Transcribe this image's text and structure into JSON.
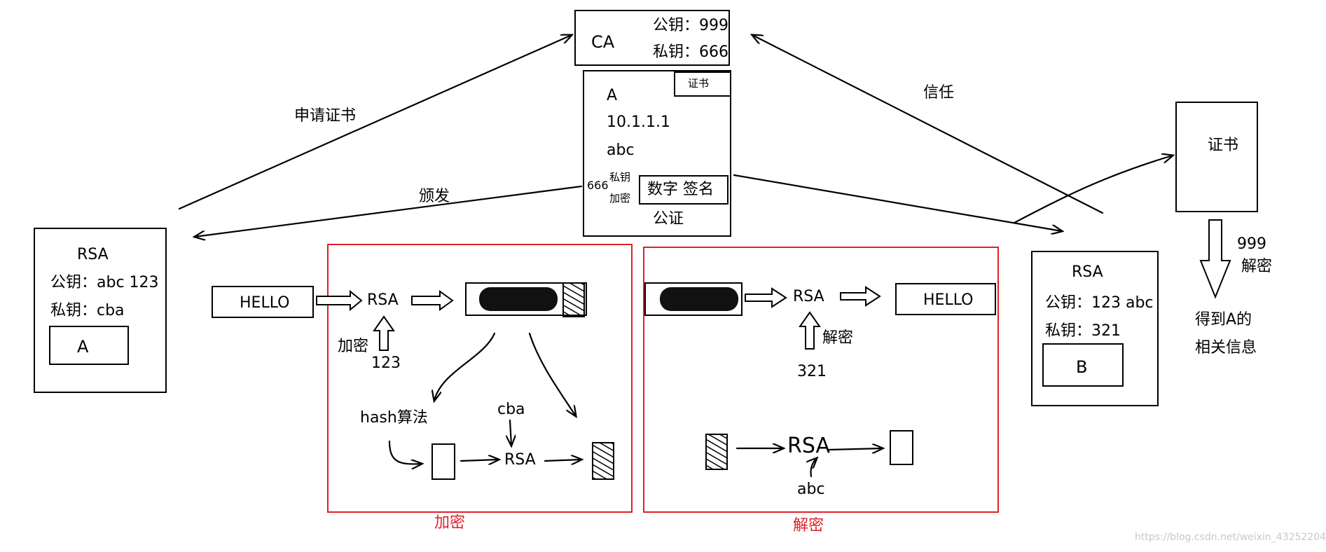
{
  "ca": {
    "name": "CA",
    "public_key": "公钥：999",
    "private_key": "私钥：666"
  },
  "certificate": {
    "tag": "证书",
    "owner": "A",
    "ip": "10.1.1.1",
    "public_key": "abc",
    "sign_key": "666",
    "sign_key_label": "私钥",
    "sign_op": "加密",
    "signature": "数字 签名",
    "caption": "公证"
  },
  "arrows": {
    "apply": "申请证书",
    "issue": "颁发",
    "trust": "信任"
  },
  "party_a": {
    "algo": "RSA",
    "public_key": "公钥：abc  123",
    "private_key": "私钥：cba",
    "name": "A"
  },
  "party_b": {
    "algo": "RSA",
    "public_key": "公钥：123  abc",
    "private_key": "私钥：321",
    "name": "B"
  },
  "message": "HELLO",
  "encrypt_panel": {
    "rsa": "RSA",
    "op": "加密",
    "key": "123",
    "hash": "hash算法",
    "sign_key": "cba",
    "rsa2": "RSA",
    "title": "加密"
  },
  "decrypt_panel": {
    "rsa": "RSA",
    "op": "解密",
    "key": "321",
    "message": "HELLO",
    "rsa2": "RSA",
    "verify_key": "abc",
    "title": "解密"
  },
  "right_cert": {
    "label": "证书",
    "key": "999",
    "op": "解密",
    "result_line1": "得到A的",
    "result_line2": "相关信息"
  },
  "watermark": "https://blog.csdn.net/weixin_43252204"
}
